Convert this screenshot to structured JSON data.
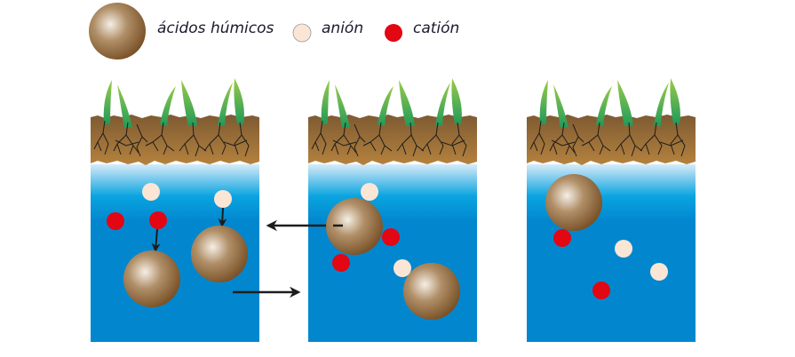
{
  "legend": {
    "items": [
      {
        "key": "humic",
        "label": "ácidos húmicos",
        "icon": "humic-acid-sphere-icon"
      },
      {
        "key": "anion",
        "label": "anión",
        "icon": "anion-dot-icon",
        "color": "#fbe6d6"
      },
      {
        "key": "cation",
        "label": "catión",
        "icon": "cation-dot-icon",
        "color": "#e30613"
      }
    ]
  },
  "colors": {
    "humic_light": "#f6efe6",
    "humic_mid": "#b08f68",
    "humic_dark": "#7a5228",
    "anion": "#fbe6d6",
    "cation": "#e30613",
    "water_top": "#d7ebf8",
    "water_mid": "#0aa4e0",
    "water_bottom": "#0287cf",
    "soil_top": "#7e5a32",
    "soil_bottom": "#b5823e",
    "grass_dark": "#1f9a5a",
    "grass_light": "#9acb4a",
    "arrow": "#1d1d1b"
  },
  "panels": [
    {
      "name": "panel-before-binding"
    },
    {
      "name": "panel-bound-complex"
    },
    {
      "name": "panel-released"
    }
  ]
}
